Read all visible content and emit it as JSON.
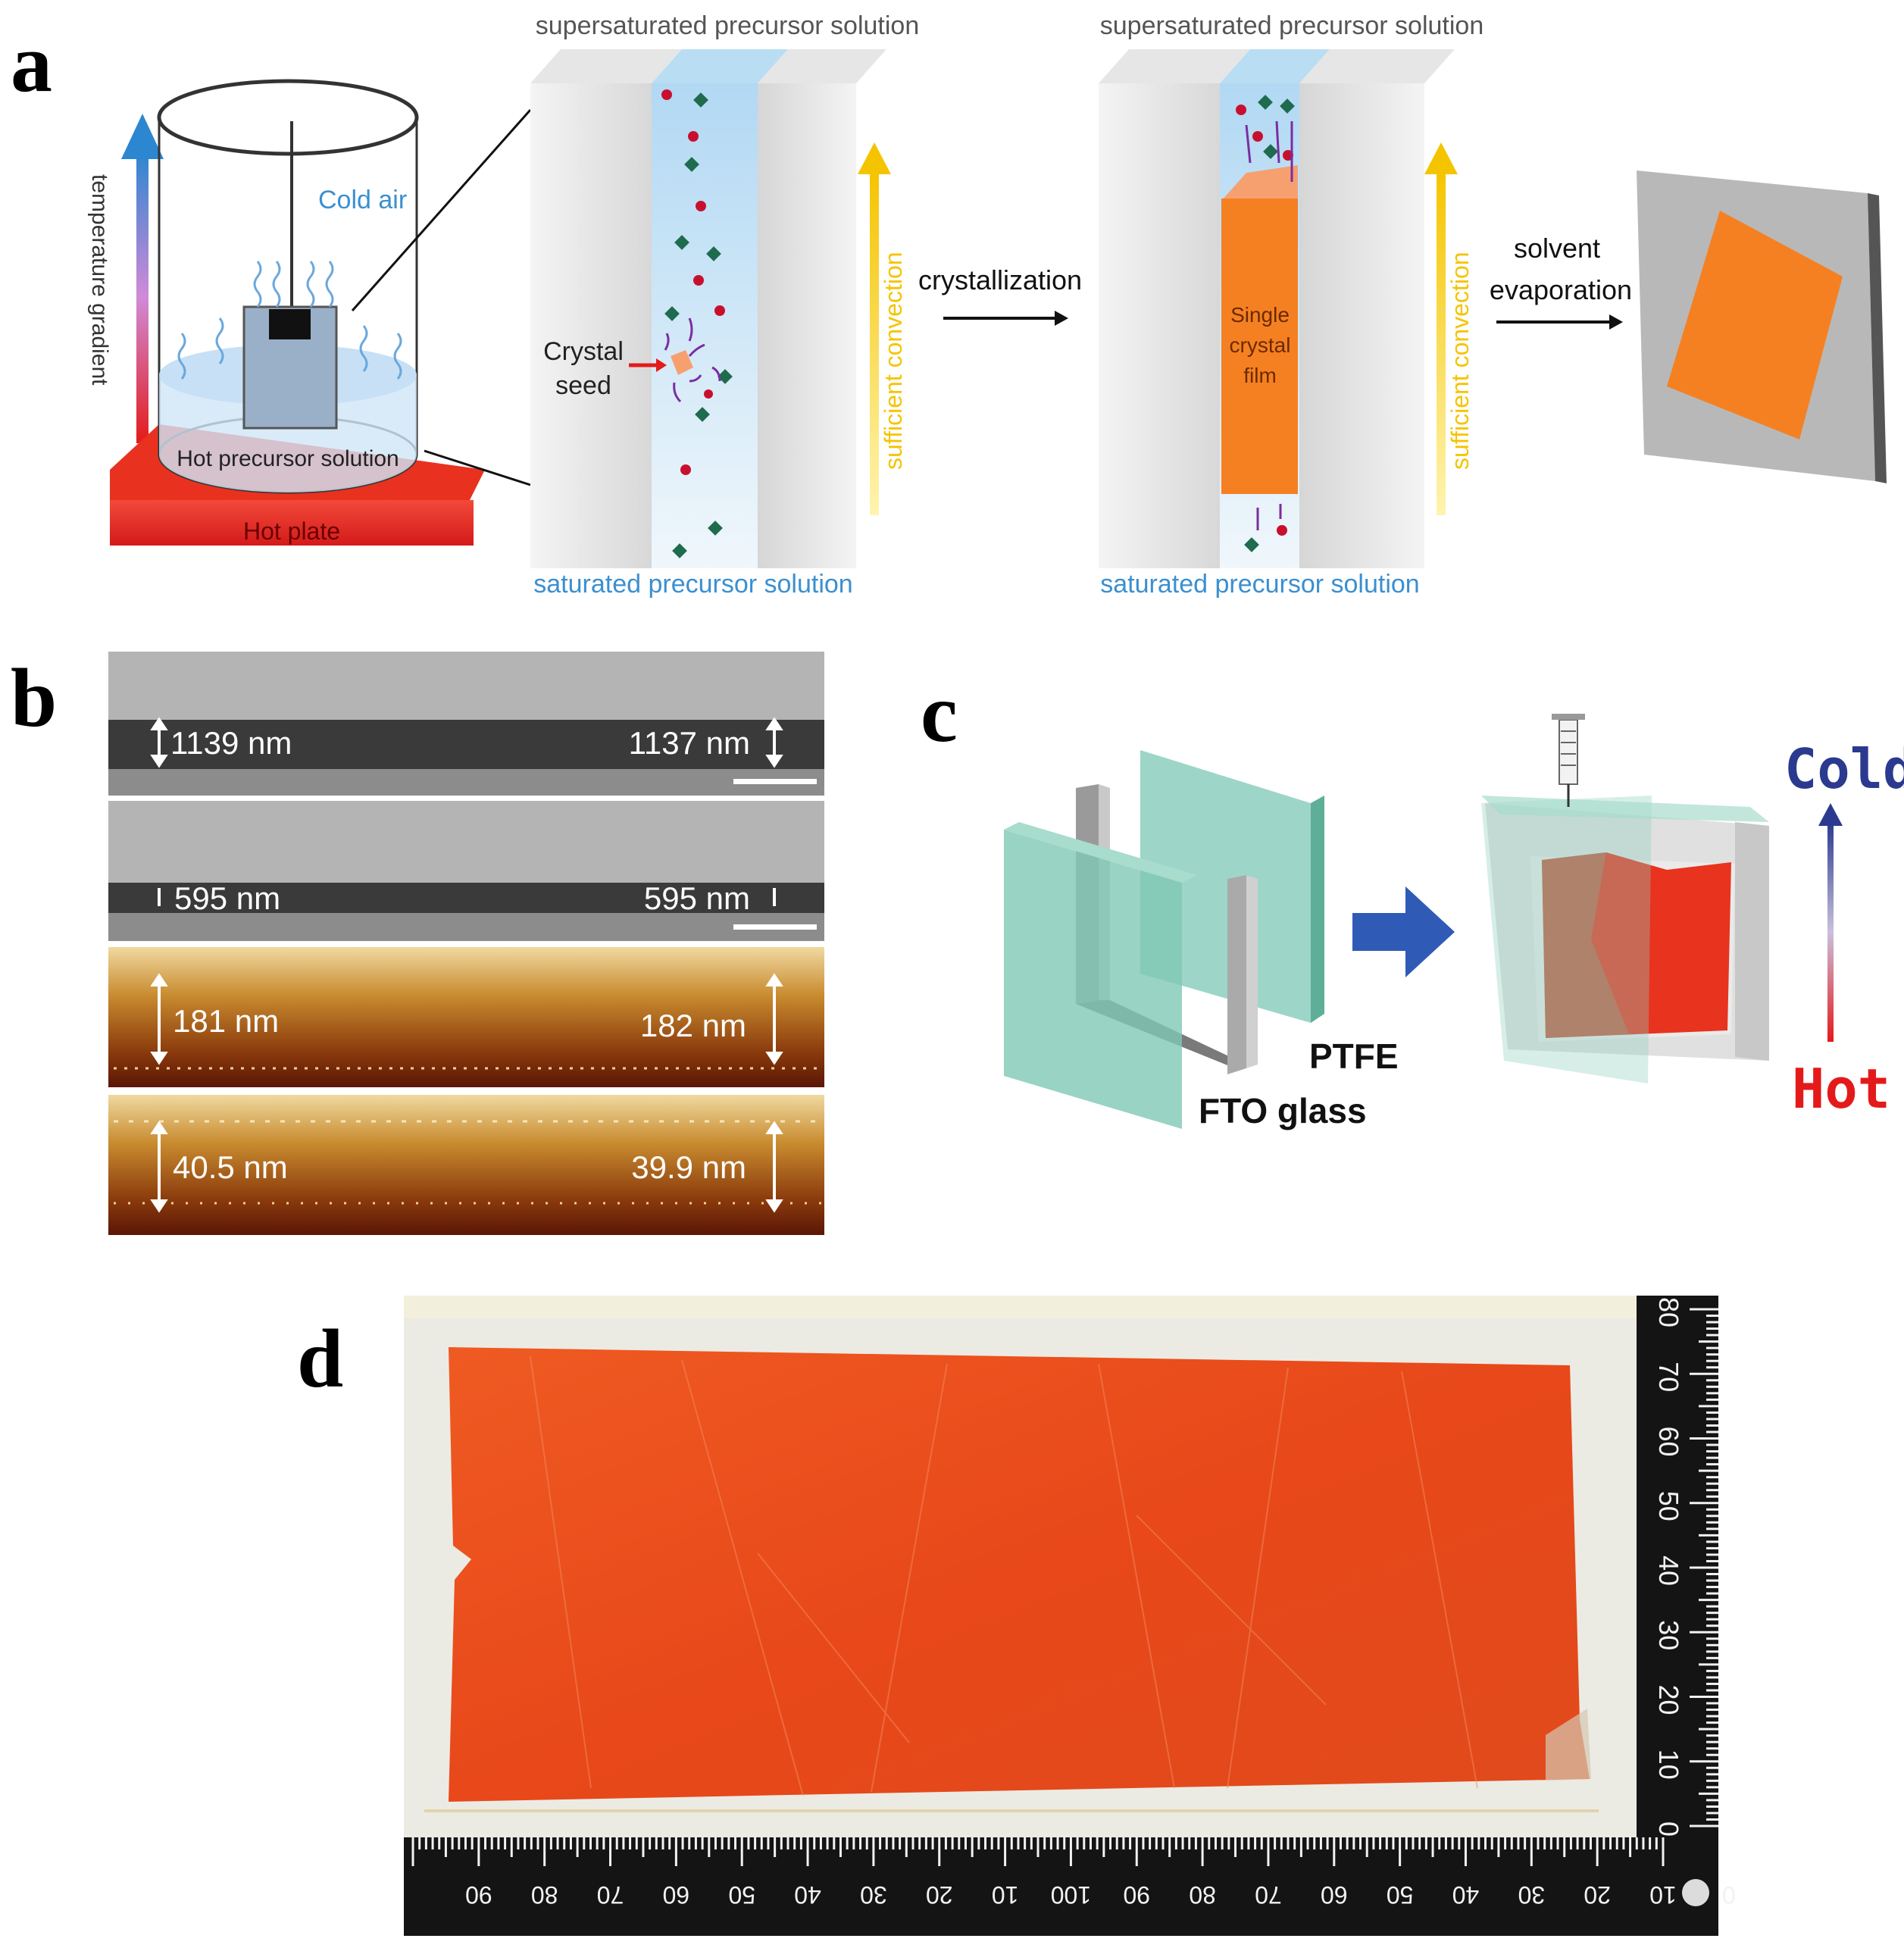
{
  "panels": {
    "a": {
      "letter": "a",
      "temperature_gradient": "temperature gradient",
      "cold_air": "Cold air",
      "hot_precursor_solution": "Hot precursor solution",
      "hot_plate": "Hot plate",
      "supersaturated_1": "supersaturated precursor solution",
      "supersaturated_2": "supersaturated precursor solution",
      "saturated_1": "saturated precursor solution",
      "saturated_2": "saturated precursor solution",
      "crystal_seed_line1": "Crystal",
      "crystal_seed_line2": "seed",
      "sufficient_convection_1": "sufficient convection",
      "sufficient_convection_2": "sufficient convection",
      "crystallization": "crystallization",
      "single_line1": "Single",
      "single_line2": "crystal",
      "single_line3": "film",
      "solvent_line1": "solvent",
      "solvent_line2": "evaporation"
    },
    "b": {
      "letter": "b",
      "rows": [
        {
          "left": "1139 nm",
          "right": "1137 nm"
        },
        {
          "left": "595 nm",
          "right": "595 nm"
        },
        {
          "left": "181 nm",
          "right": "182 nm"
        },
        {
          "left": "40.5 nm",
          "right": "39.9 nm"
        }
      ]
    },
    "c": {
      "letter": "c",
      "ptfe": "PTFE",
      "fto_glass": "FTO glass",
      "cold": "Cold",
      "hot": "Hot"
    },
    "d": {
      "letter": "d",
      "ruler_vertical": [
        "80",
        "70",
        "60",
        "50",
        "40",
        "30",
        "20",
        "10",
        "0"
      ],
      "ruler_horizontal": [
        "90",
        "80",
        "70",
        "60",
        "50",
        "40",
        "30",
        "20",
        "10",
        "100",
        "90",
        "80",
        "70",
        "60",
        "50",
        "40",
        "30",
        "20",
        "10",
        "0"
      ]
    }
  },
  "colors": {
    "orange_film": "#f08030",
    "perovskite_red": "#e8501f",
    "hot_red": "#e41a1a",
    "cold_blue": "#2b3a8f",
    "solution_blue": "#9cc8e8",
    "label_blue": "#3b8fd0",
    "convection_yellow": "#f5c400"
  }
}
